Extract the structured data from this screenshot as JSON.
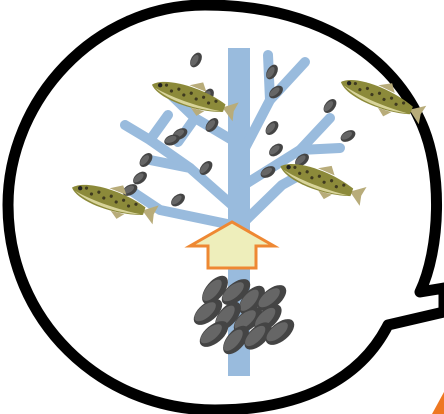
{
  "diagram": {
    "colors": {
      "background": "#ffffff",
      "bubble_fill": "#ffffff",
      "bubble_stroke": "#000000",
      "stream": "#99bbdd",
      "arrow_fill": "#eeeebb",
      "arrow_stroke": "#ee8833",
      "stone": "#666666",
      "stone_dark": "#444444",
      "fish_body": "#8c8a3a",
      "fish_belly": "#d8d49a",
      "fish_spots": "#3f3a1f",
      "fish_fin": "#b8ac7a",
      "corner_arrow": "#ee7722"
    },
    "icons": {
      "fish": "fish-icon",
      "stone": "stone-icon",
      "up_arrow": "up-arrow-icon"
    },
    "fish_count": 4,
    "small_stone_count": 18,
    "large_stone_count": 12
  }
}
